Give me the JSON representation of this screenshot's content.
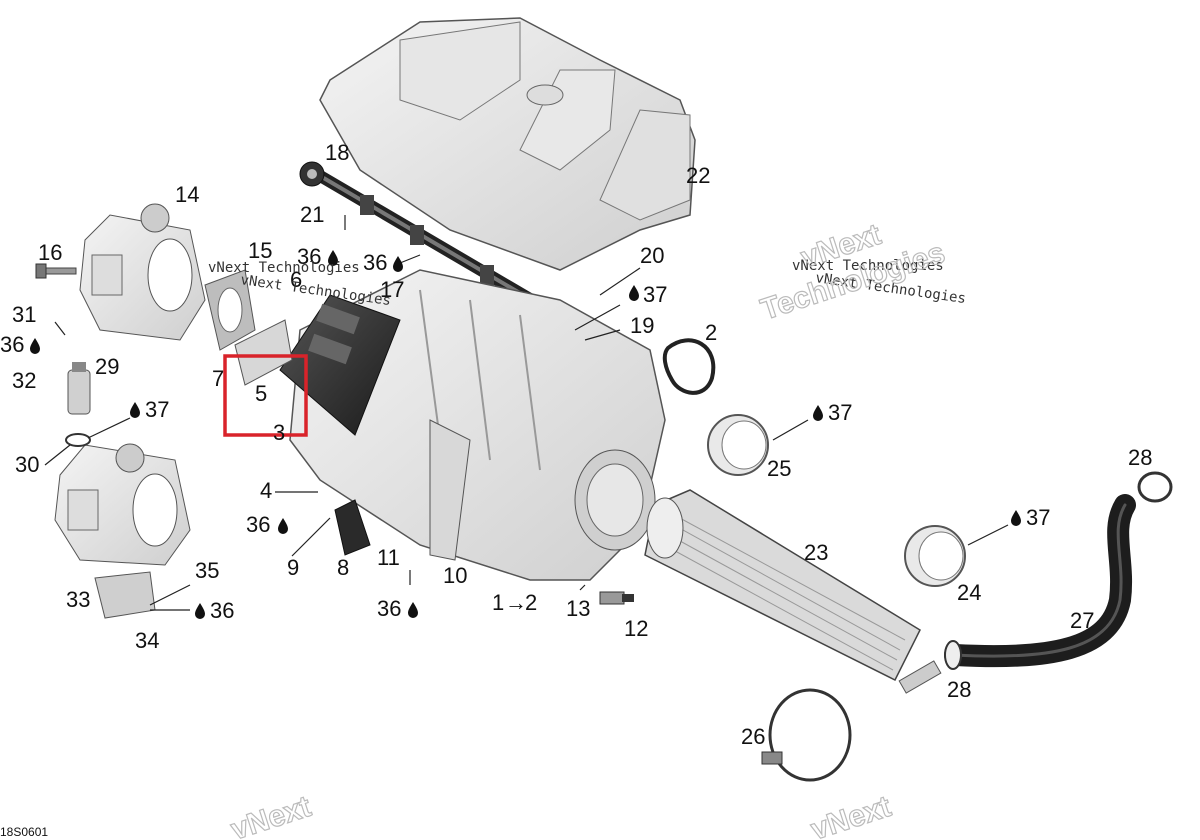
{
  "drawing_id": "18S0601",
  "watermark": {
    "line1": "vNext Technologies",
    "big_top": "vNext",
    "big_bottom": "Technologies"
  },
  "callouts": {
    "n1": "1",
    "n2": "2",
    "n3": "3",
    "n4": "4",
    "n5": "5",
    "n6": "6",
    "n7": "7",
    "n8": "8",
    "n9": "9",
    "n10": "10",
    "n11": "11",
    "n12": "12",
    "n13": "13",
    "n14": "14",
    "n15": "15",
    "n16": "16",
    "n17": "17",
    "n18": "18",
    "n19": "19",
    "n20": "20",
    "n21": "21",
    "n22": "22",
    "n23": "23",
    "n24": "24",
    "n25": "25",
    "n26": "26",
    "n27": "27",
    "n28a": "28",
    "n28b": "28",
    "n29": "29",
    "n30": "30",
    "n31": "31",
    "n32": "32",
    "n33": "33",
    "n34": "34",
    "n35": "35",
    "n36a": "36",
    "n36b": "36",
    "n36c": "36",
    "n36d": "36",
    "n36e": "36",
    "n36f": "36",
    "n37a": "37",
    "n37b": "37",
    "n37c": "37",
    "n37d": "37",
    "n2b": "2",
    "arrow": "→"
  },
  "highlight_color": "#d9232a"
}
